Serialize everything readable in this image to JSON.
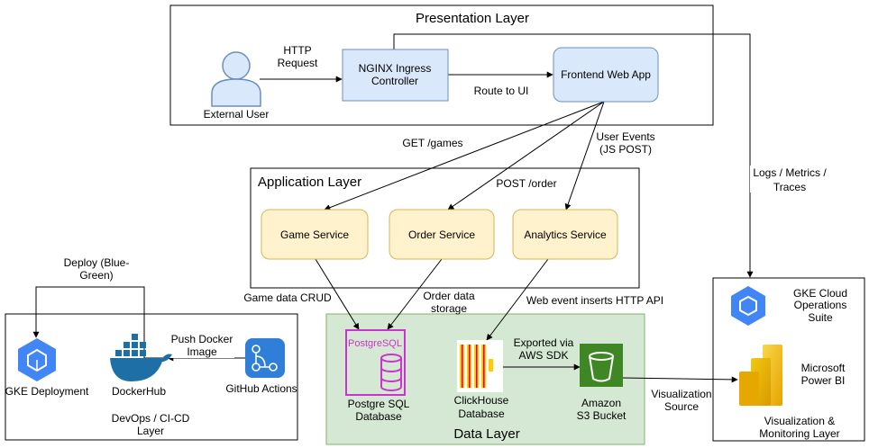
{
  "layers": {
    "presentation": "Presentation Layer",
    "application": "Application Layer",
    "data": "Data Layer",
    "devops": [
      "DevOps / CI-CD",
      "Layer"
    ],
    "monitoring": [
      "Visualization &",
      "Monitoring Layer"
    ]
  },
  "nodes": {
    "external_user": "External User",
    "nginx": [
      "NGINX Ingress",
      "Controller"
    ],
    "frontend": "Frontend Web App",
    "game_service": "Game Service",
    "order_service": "Order Service",
    "analytics_service": "Analytics Service",
    "postgres_logo": "PostgreSQL",
    "postgres": [
      "Postgre SQL",
      "Database"
    ],
    "clickhouse": [
      "ClickHouse",
      "Database"
    ],
    "s3": [
      "Amazon",
      "S3 Bucket"
    ],
    "gke_deployment": "GKE Deployment",
    "dockerhub": "DockerHub",
    "github_actions": "GitHub Actions",
    "gke_ops": [
      "GKE Cloud",
      "Operations",
      "Suite"
    ],
    "powerbi": [
      "Microsoft",
      "Power BI"
    ]
  },
  "edges": {
    "http_request": [
      "HTTP",
      "Request"
    ],
    "route_to_ui": "Route to UI",
    "get_games": "GET /games",
    "post_order": "POST /order",
    "user_events": [
      "User Events",
      "(JS POST)"
    ],
    "logs_metrics": [
      "Logs / Metrics /",
      "Traces"
    ],
    "game_data_crud": "Game data CRUD",
    "order_data_storage": [
      "Order data",
      "storage"
    ],
    "web_event_inserts": "Web event inserts HTTP API",
    "exported_via": [
      "Exported via",
      "AWS SDK"
    ],
    "visualization_source": [
      "Visualization",
      "Source"
    ],
    "push_docker": [
      "Push Docker",
      "Image"
    ],
    "deploy": [
      "Deploy (Blue-",
      "Green)"
    ]
  },
  "colors": {
    "service_fill": "#fff2cc",
    "service_stroke": "#d6b656",
    "ingress_fill": "#dae8fc",
    "ingress_stroke": "#6c8ebf",
    "data_layer_fill": "#d5e8d4",
    "data_layer_stroke": "#82b366",
    "postgres_accent": "#cc33cc",
    "clickhouse_accent": "#ffcc00",
    "s3_green": "#3f8624",
    "gke_blue": "#4285f4",
    "docker_blue": "#1d6fa5",
    "github_blue": "#2f7fd8",
    "powerbi_gold": "#f2c811"
  }
}
